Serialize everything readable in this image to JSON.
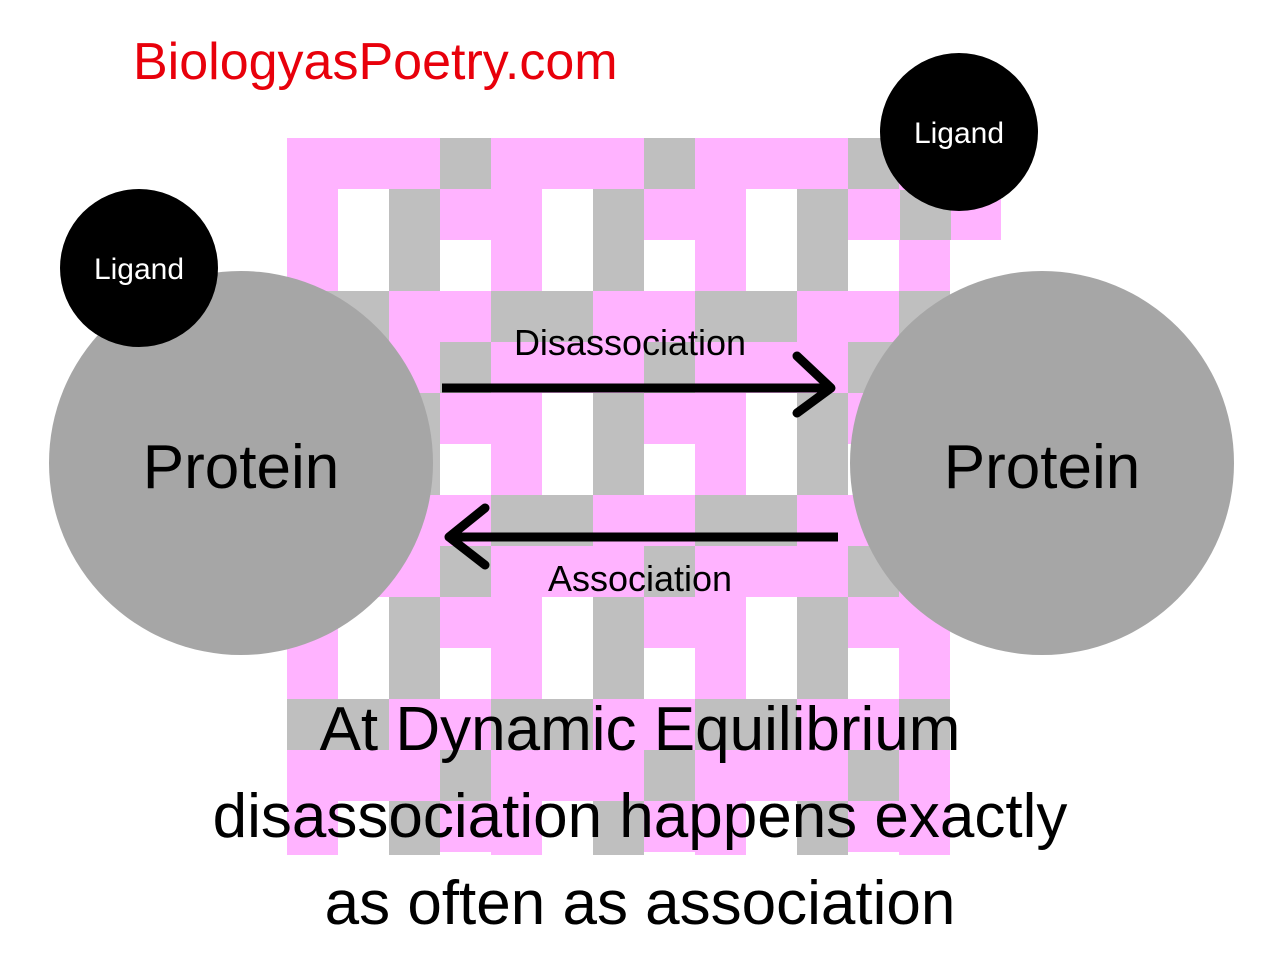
{
  "site_title": "BiologyasPoetry.com",
  "left_complex": {
    "protein_label": "Protein",
    "ligand_label": "Ligand"
  },
  "right_complex": {
    "protein_label": "Protein",
    "ligand_label": "Ligand"
  },
  "forward_reaction": {
    "label": "Disassociation"
  },
  "reverse_reaction": {
    "label": "Association"
  },
  "caption": {
    "line1": "At Dynamic Equilibrium",
    "line2": "disassociation happens exactly",
    "line3": "as often as association"
  },
  "colors": {
    "site_title": "#e8000b",
    "mosaic_pink": "#ffb3ff",
    "mosaic_gray": "#bfbfbf",
    "mosaic_white": "#ffffff",
    "protein": "#a6a6a6",
    "ligand": "#000000",
    "ligand_text": "#ffffff",
    "text": "#000000"
  },
  "icons": [
    "arrow-right-icon",
    "arrow-left-icon"
  ]
}
